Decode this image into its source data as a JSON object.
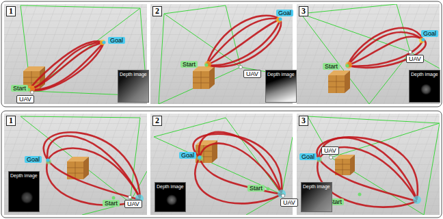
{
  "diagram": {
    "nodes": [
      {
        "text": [
          "1"
        ]
      },
      {
        "text": [
          "Goal"
        ]
      },
      {
        "text": [
          "Start"
        ]
      },
      {
        "text": [
          "UAV"
        ]
      },
      {
        "text": [
          "Depth image"
        ]
      },
      {
        "text": [
          "2"
        ]
      },
      {
        "text": [
          "Goal"
        ]
      },
      {
        "text": [
          "Start"
        ]
      },
      {
        "text": [
          "UAV"
        ]
      },
      {
        "text": [
          "Depth image"
        ]
      },
      {
        "text": [
          "3"
        ]
      },
      {
        "text": [
          "Goal"
        ]
      },
      {
        "text": [
          "UAV"
        ]
      },
      {
        "text": [
          "Start"
        ]
      },
      {
        "text": [
          "Depth image"
        ]
      },
      {
        "text": [
          "1"
        ]
      },
      {
        "text": [
          "Goal"
        ]
      },
      {
        "text": [
          "Start"
        ]
      },
      {
        "text": [
          "UAV"
        ]
      },
      {
        "text": [
          "Depth image"
        ]
      },
      {
        "text": [
          "2"
        ]
      },
      {
        "text": [
          "Goal"
        ]
      },
      {
        "text": [
          "Start"
        ]
      },
      {
        "text": [
          "UAV"
        ]
      },
      {
        "text": [
          "Depth image"
        ]
      },
      {
        "text": [
          "3"
        ]
      },
      {
        "text": [
          "Goal"
        ]
      },
      {
        "text": [
          "UAV"
        ]
      },
      {
        "text": [
          "Start"
        ]
      },
      {
        "text": [
          "Depth image"
        ]
      }
    ]
  }
}
